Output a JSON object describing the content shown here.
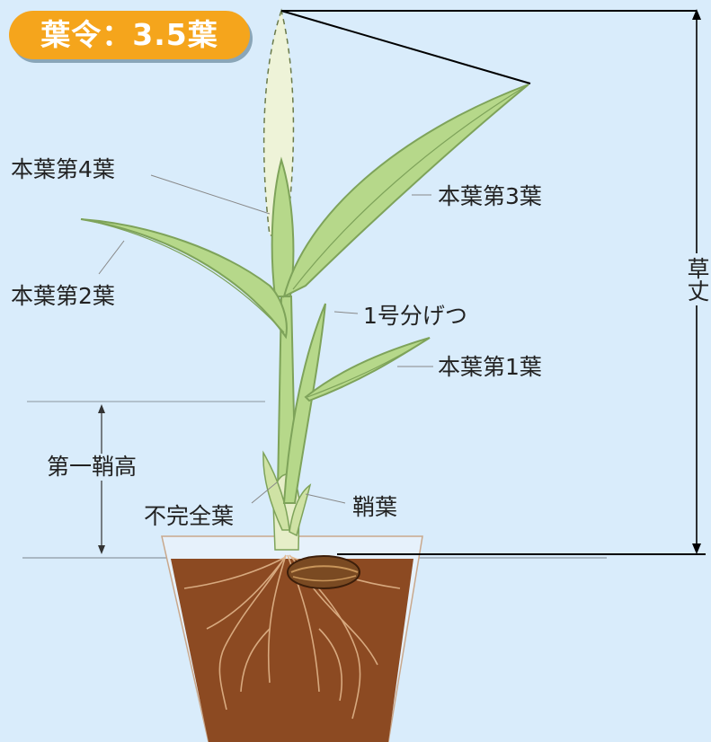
{
  "badge": {
    "text": "葉令：3.5葉"
  },
  "labels": {
    "leaf4": "本葉第4葉",
    "leaf3": "本葉第3葉",
    "leaf2": "本葉第2葉",
    "leaf1": "本葉第1葉",
    "tiller1": "1号分げつ",
    "first_sheath_height": "第一鞘高",
    "incomplete_leaf": "不完全葉",
    "coleoptile": "鞘葉",
    "plant_height": "草丈"
  },
  "colors": {
    "background": "#d9ecfb",
    "badge": "#f5a51c",
    "leaf": "#b6d88a",
    "leaf_vein": "#7ea35a",
    "soil": "#8c4a22",
    "pot_line": "#c9a88c"
  }
}
